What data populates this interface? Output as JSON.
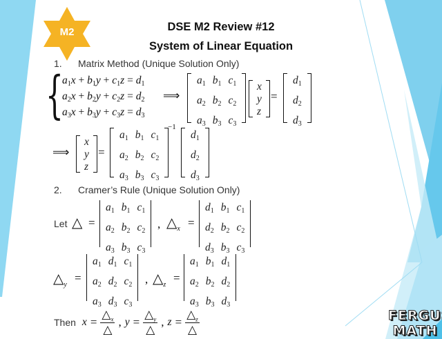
{
  "colors": {
    "accent": "#f5b324",
    "strip": "#8fd8f2",
    "blue_dark": "#4ec0e8",
    "blue_mid": "#7fd0ee",
    "blue_light": "#c6ebf8"
  },
  "badge": {
    "label": "M2",
    "icon": "star-icon"
  },
  "header": {
    "title": "DSE M2 Review #12",
    "subtitle": "System of Linear Equation"
  },
  "section1": {
    "number": "1.",
    "heading": "Matrix Method (Unique Solution Only)",
    "equations": [
      "a1x + b1y + c1z = d1",
      "a2x + b2y + c2z = d2",
      "a3x + b3y + c3z = d3"
    ],
    "implies": "⟹",
    "equals": "=",
    "inverse": "−1",
    "coef": [
      [
        "a1",
        "b1",
        "c1"
      ],
      [
        "a2",
        "b2",
        "c2"
      ],
      [
        "a3",
        "b3",
        "c3"
      ]
    ],
    "vars": [
      [
        "x"
      ],
      [
        "y"
      ],
      [
        "z"
      ]
    ],
    "consts": [
      [
        "d1"
      ],
      [
        "d2"
      ],
      [
        "d3"
      ]
    ]
  },
  "section2": {
    "number": "2.",
    "heading": "Cramer’s Rule (Unique Solution Only)",
    "let": "Let",
    "delta": "△",
    "equals": "=",
    "comma": ",",
    "delta_x": "x",
    "delta_y": "y",
    "delta_z": "z",
    "D": [
      [
        "a1",
        "b1",
        "c1"
      ],
      [
        "a2",
        "b2",
        "c2"
      ],
      [
        "a3",
        "b3",
        "c3"
      ]
    ],
    "Dx": [
      [
        "d1",
        "b1",
        "c1"
      ],
      [
        "d2",
        "b2",
        "c2"
      ],
      [
        "d3",
        "b3",
        "c3"
      ]
    ],
    "Dy": [
      [
        "a1",
        "d1",
        "c1"
      ],
      [
        "a2",
        "d2",
        "c2"
      ],
      [
        "a3",
        "d3",
        "c3"
      ]
    ],
    "Dz": [
      [
        "a1",
        "b1",
        "d1"
      ],
      [
        "a2",
        "b2",
        "d2"
      ],
      [
        "a3",
        "b3",
        "d3"
      ]
    ],
    "then": "Then",
    "x": "x",
    "y": "y",
    "z": "z"
  },
  "logo": {
    "line1": "FERGUS",
    "line2": "MATH"
  }
}
